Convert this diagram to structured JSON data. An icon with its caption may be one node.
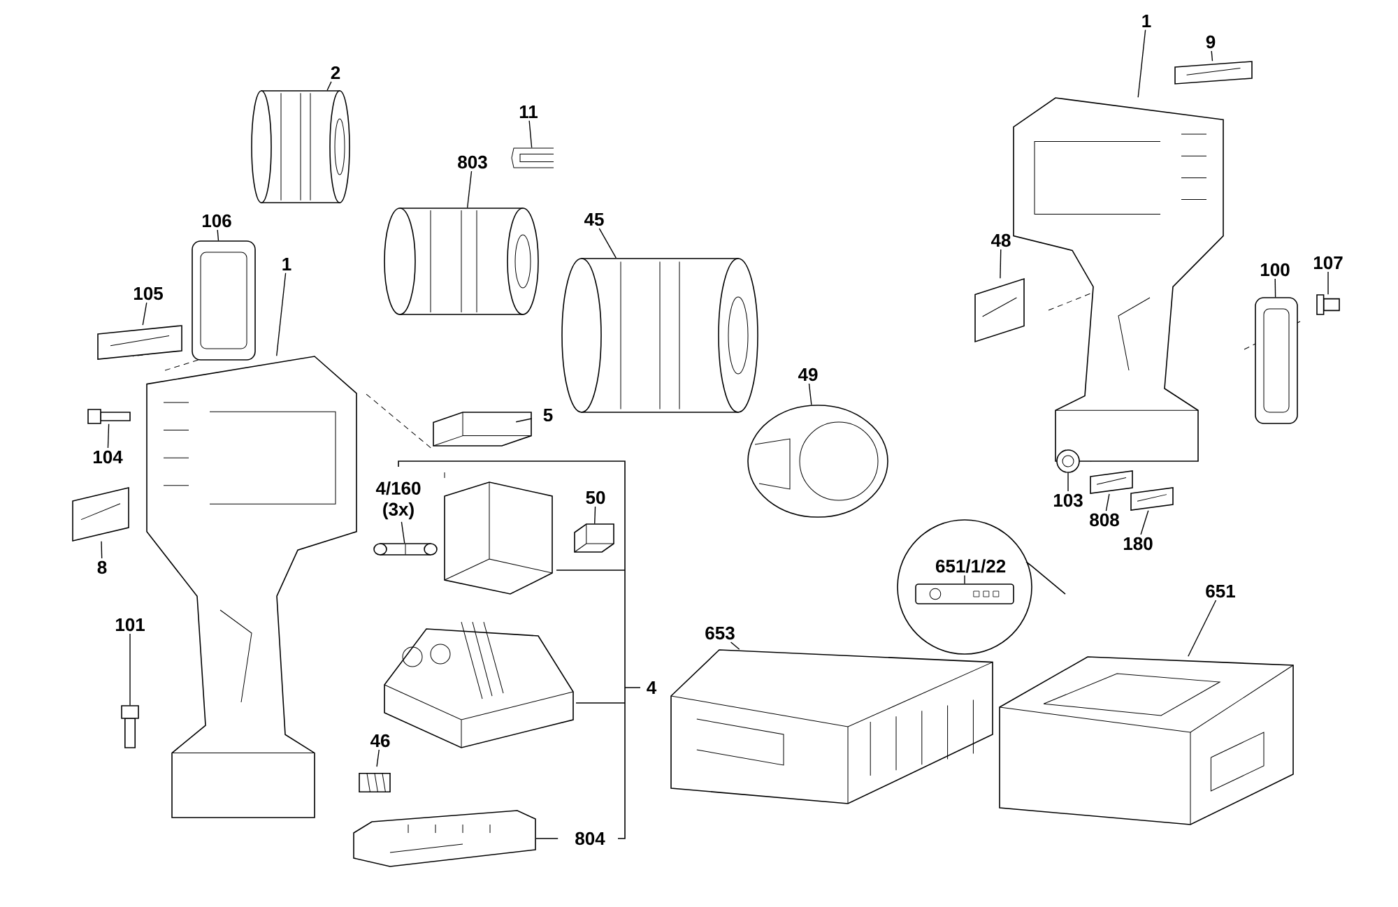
{
  "diagram": {
    "nodes": [
      {
        "text": [
          "2"
        ]
      },
      {
        "text": [],
        "shape": "picture"
      },
      {
        "text": [
          "11"
        ]
      },
      {
        "text": [],
        "shape": "picture"
      },
      {
        "text": [
          "803"
        ]
      },
      {
        "text": [],
        "shape": "picture"
      },
      {
        "text": [
          "106"
        ]
      },
      {
        "text": [],
        "shape": "picture"
      },
      {
        "text": [
          "45"
        ]
      },
      {
        "text": [],
        "shape": "picture"
      },
      {
        "text": [
          "105"
        ]
      },
      {
        "text": [],
        "shape": "picture"
      },
      {
        "text": [
          "1"
        ]
      },
      {
        "text": [],
        "shape": "picture"
      },
      {
        "text": [
          "104"
        ]
      },
      {
        "text": [],
        "shape": "picture"
      },
      {
        "text": [
          "8"
        ]
      },
      {
        "text": [],
        "shape": "picture"
      },
      {
        "text": [
          "101"
        ]
      },
      {
        "text": [],
        "shape": "picture"
      },
      {
        "text": [
          "5"
        ]
      },
      {
        "text": [],
        "shape": "picture"
      },
      {
        "text": [
          "4/160 (3x)"
        ]
      },
      {
        "text": [],
        "shape": "picture"
      },
      {
        "text": [
          "50"
        ]
      },
      {
        "text": [],
        "shape": "picture"
      },
      {
        "text": [
          "49"
        ]
      },
      {
        "text": [],
        "shape": "picture"
      },
      {
        "text": [
          "46"
        ]
      },
      {
        "text": [],
        "shape": "picture"
      },
      {
        "text": [
          "804"
        ]
      },
      {
        "text": [],
        "shape": "picture"
      },
      {
        "text": [
          "653"
        ]
      },
      {
        "text": [],
        "shape": "picture"
      },
      {
        "text": [
          "1"
        ]
      },
      {
        "text": [],
        "shape": "picture"
      },
      {
        "text": [
          "9"
        ]
      },
      {
        "text": [],
        "shape": "picture"
      },
      {
        "text": [
          "48"
        ]
      },
      {
        "text": [],
        "shape": "picture"
      },
      {
        "text": [
          "100"
        ]
      },
      {
        "text": [],
        "shape": "picture"
      },
      {
        "text": [
          "107"
        ]
      },
      {
        "text": [],
        "shape": "picture"
      },
      {
        "text": [
          "103"
        ]
      },
      {
        "text": [],
        "shape": "picture"
      },
      {
        "text": [
          "808"
        ]
      },
      {
        "text": [],
        "shape": "picture"
      },
      {
        "text": [
          "180"
        ]
      },
      {
        "text": [],
        "shape": "picture"
      },
      {
        "text": [
          "651/1/22"
        ]
      },
      {
        "text": [],
        "shape": "picture"
      },
      {
        "text": [
          "651"
        ]
      },
      {
        "text": [],
        "shape": "picture"
      }
    ],
    "edges": [
      {
        "from": 0,
        "to": 1,
        "arrow": "none"
      },
      {
        "from": 2,
        "to": 3,
        "arrow": "none"
      },
      {
        "from": 4,
        "to": 5,
        "arrow": "none"
      },
      {
        "from": 6,
        "to": 7,
        "arrow": "none"
      },
      {
        "from": 8,
        "to": 9,
        "arrow": "none"
      },
      {
        "from": 10,
        "to": 11,
        "arrow": "none"
      },
      {
        "from": 12,
        "to": 13,
        "arrow": "none"
      },
      {
        "from": 14,
        "to": 15,
        "arrow": "none"
      },
      {
        "from": 16,
        "to": 17,
        "arrow": "none"
      },
      {
        "from": 18,
        "to": 19,
        "arrow": "none"
      },
      {
        "from": 20,
        "to": 21,
        "arrow": "none"
      },
      {
        "from": 22,
        "to": 23,
        "arrow": "none"
      },
      {
        "from": 24,
        "to": 25,
        "arrow": "none"
      },
      {
        "from": 26,
        "to": 27,
        "arrow": "none"
      },
      {
        "from": 28,
        "to": 29,
        "arrow": "none"
      },
      {
        "from": 30,
        "to": 31,
        "arrow": "none"
      },
      {
        "from": 32,
        "to": 33,
        "arrow": "none"
      },
      {
        "from": 34,
        "to": 35,
        "arrow": "none"
      },
      {
        "from": 36,
        "to": 37,
        "arrow": "none"
      },
      {
        "from": 38,
        "to": 39,
        "arrow": "none"
      },
      {
        "from": 40,
        "to": 41,
        "arrow": "none"
      },
      {
        "from": 42,
        "to": 43,
        "arrow": "none"
      },
      {
        "from": 44,
        "to": 45,
        "arrow": "none"
      },
      {
        "from": 46,
        "to": 47,
        "arrow": "none"
      },
      {
        "from": 48,
        "to": 49,
        "arrow": "none"
      },
      {
        "from": 50,
        "to": 51,
        "arrow": "none"
      },
      {
        "from": 52,
        "to": 53,
        "arrow": "none"
      }
    ],
    "labels": [
      "4"
    ]
  }
}
